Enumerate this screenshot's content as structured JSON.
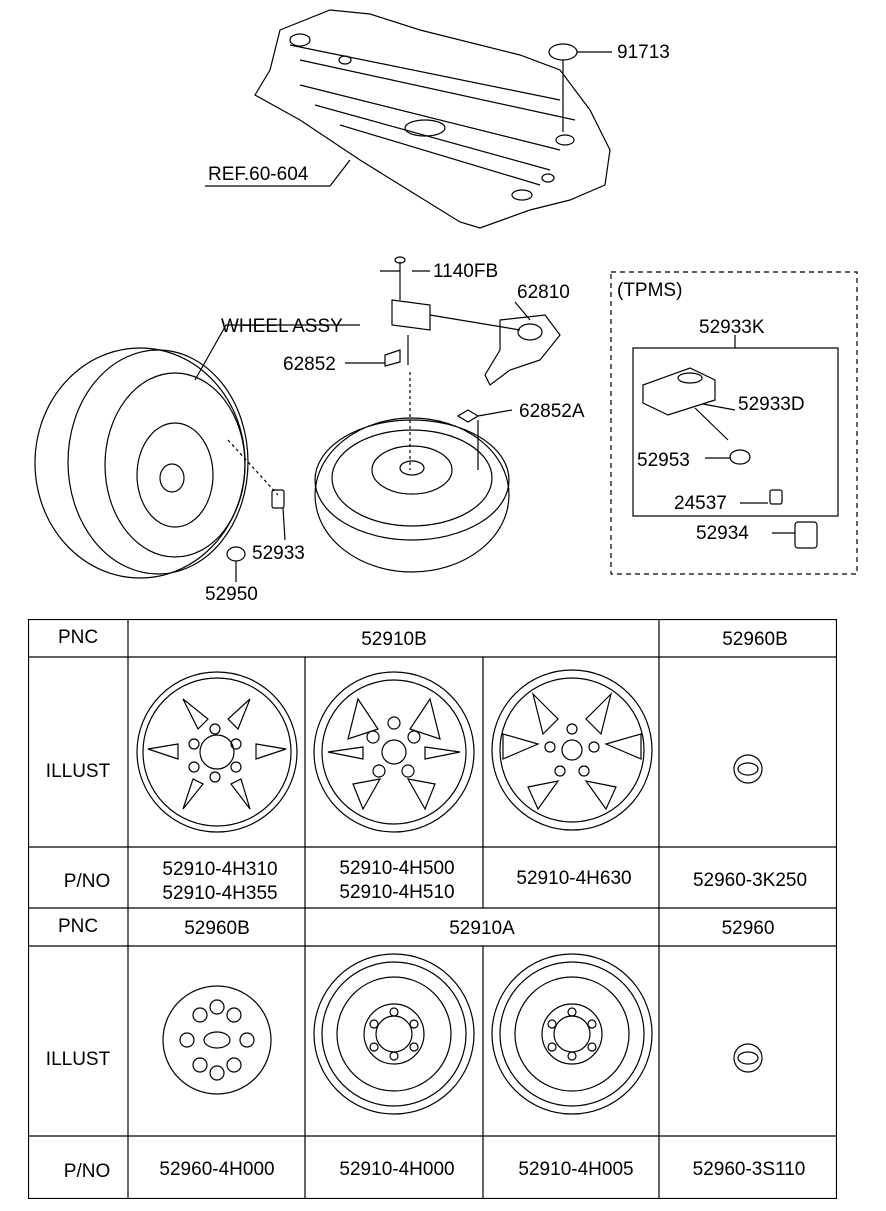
{
  "callouts": {
    "c91713": "91713",
    "ref": "REF.60-604",
    "c1140fb": "1140FB",
    "c62810": "62810",
    "wheel_assy": "WHEEL ASSY",
    "c62852": "62852",
    "c62852a": "62852A",
    "c52933": "52933",
    "c52950": "52950"
  },
  "tpms": {
    "title": "(TPMS)",
    "c52933k": "52933K",
    "c52933d": "52933D",
    "c52953": "52953",
    "c24537": "24537",
    "c52934": "52934"
  },
  "table": {
    "row1": {
      "pnc_label": "PNC",
      "pnc_a": "52910B",
      "pnc_b": "52960B",
      "illust_label": "ILLUST",
      "pno_label": "P/NO",
      "pno": [
        [
          "52910-4H310",
          "52910-4H355"
        ],
        [
          "52910-4H500",
          "52910-4H510"
        ],
        [
          "52910-4H630"
        ],
        [
          "52960-3K250"
        ]
      ]
    },
    "row2": {
      "pnc_label": "PNC",
      "pnc_a": "52960B",
      "pnc_b": "52910A",
      "pnc_c": "52960",
      "illust_label": "ILLUST",
      "pno_label": "P/NO",
      "pno": [
        "52960-4H000",
        "52910-4H000",
        "52910-4H005",
        "52960-3S110"
      ]
    }
  }
}
